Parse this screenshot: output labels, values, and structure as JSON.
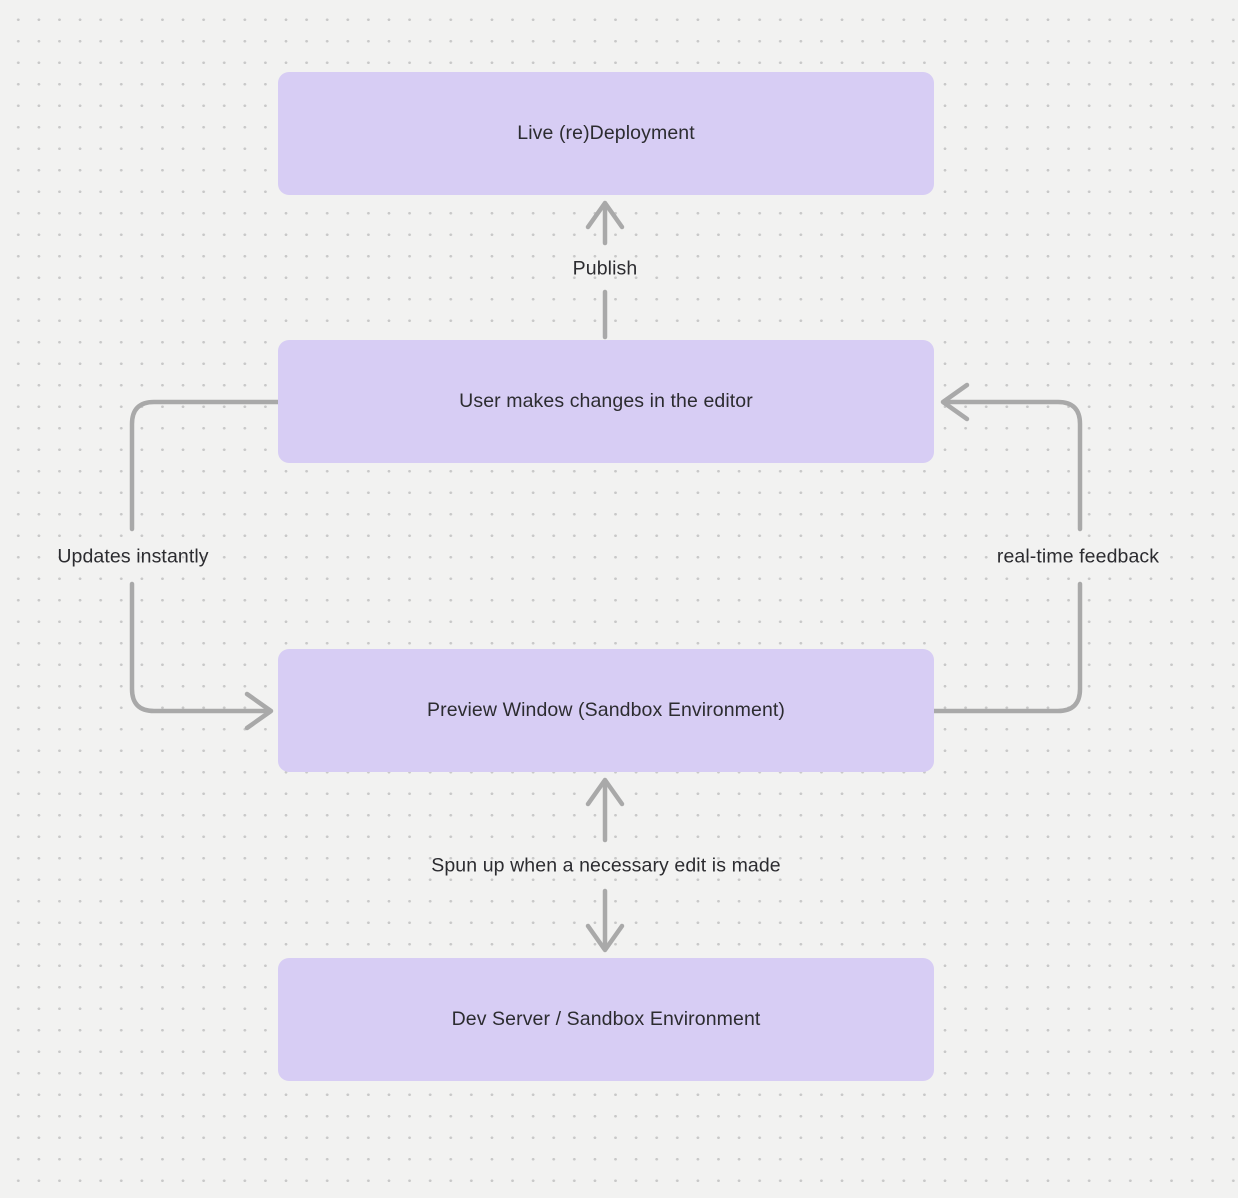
{
  "diagram": {
    "title": "",
    "nodes": [
      {
        "id": "live-deployment",
        "label": "Live (re)Deployment"
      },
      {
        "id": "user-editor",
        "label": "User makes changes in the editor"
      },
      {
        "id": "preview-window",
        "label": "Preview Window (Sandbox Environment)"
      },
      {
        "id": "dev-server",
        "label": "Dev Server / Sandbox Environment"
      }
    ],
    "edges": [
      {
        "from": "user-editor",
        "to": "live-deployment",
        "label": "Publish",
        "direction": "up"
      },
      {
        "from": "user-editor",
        "to": "preview-window",
        "label": "Updates instantly",
        "direction": "left-loop-down"
      },
      {
        "from": "preview-window",
        "to": "user-editor",
        "label": "real-time feedback",
        "direction": "right-loop-up"
      },
      {
        "from": "dev-server",
        "to": "preview-window",
        "label": "Spun up when a necessary edit is made",
        "direction": "up"
      },
      {
        "from": "preview-window",
        "to": "dev-server",
        "label": "",
        "direction": "down"
      }
    ],
    "colors": {
      "background": "#f2f2f1",
      "dot": "#c8c8c8",
      "node_fill": "#d7cdf4",
      "arrow": "#a9a9a9",
      "text": "#2c2c30"
    }
  }
}
